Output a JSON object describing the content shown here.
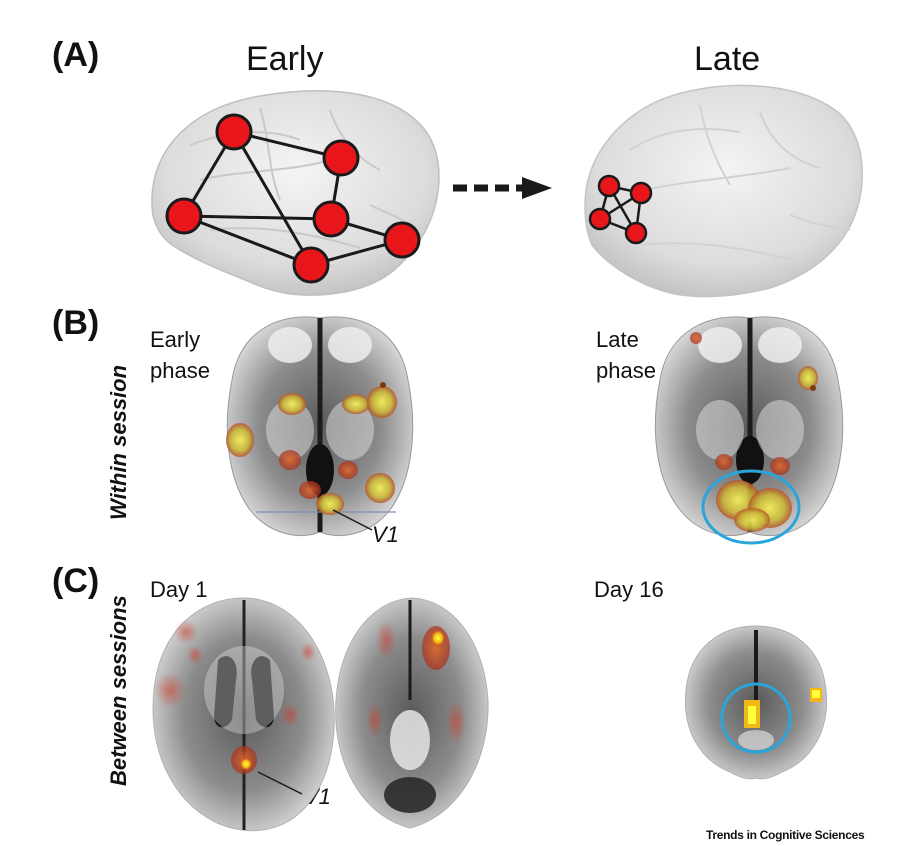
{
  "panels": {
    "a": {
      "letter": "(A)",
      "early_title": "Early",
      "late_title": "Late"
    },
    "b": {
      "letter": "(B)",
      "side_label": "Within session",
      "early_label_line1": "Early",
      "early_label_line2": "phase",
      "late_label_line1": "Late",
      "late_label_line2": "phase",
      "v1_label": "V1"
    },
    "c": {
      "letter": "(C)",
      "side_label": "Between sessions",
      "day1_label": "Day 1",
      "day16_label": "Day 16",
      "v1_label": "V1"
    }
  },
  "credit": "Trends in Cognitive Sciences",
  "colors": {
    "node": "#e8161b",
    "edge": "#1a1a1a",
    "circle_highlight": "#2aa5dc",
    "activation_hot": "#f7e21b",
    "activation_warm": "#d2691e"
  }
}
